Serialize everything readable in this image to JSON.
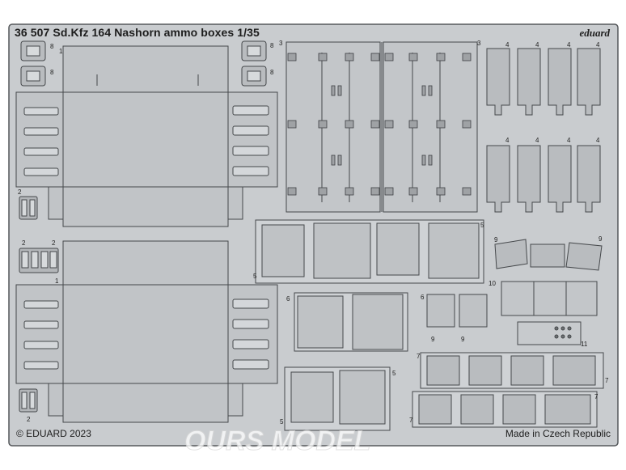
{
  "sheet": {
    "title": "36 507 Sd.Kfz 164 Nashorn ammo boxes 1/35",
    "brand": "eduard",
    "copyright": "© EDUARD 2023",
    "origin": "Made in Czech Republic",
    "watermark": "OURS MODEL"
  },
  "colors": {
    "fret_fill": "#c9cccf",
    "fret_edge": "#5a5d60",
    "part_fill": "#b7babd",
    "background": "#ffffff"
  },
  "part_numbers": {
    "p1": "1",
    "p2": "2",
    "p3": "3",
    "p4": "4",
    "p5": "5",
    "p6": "6",
    "p7": "7",
    "p8": "8",
    "p9": "9",
    "p10": "10",
    "p11": "11"
  }
}
